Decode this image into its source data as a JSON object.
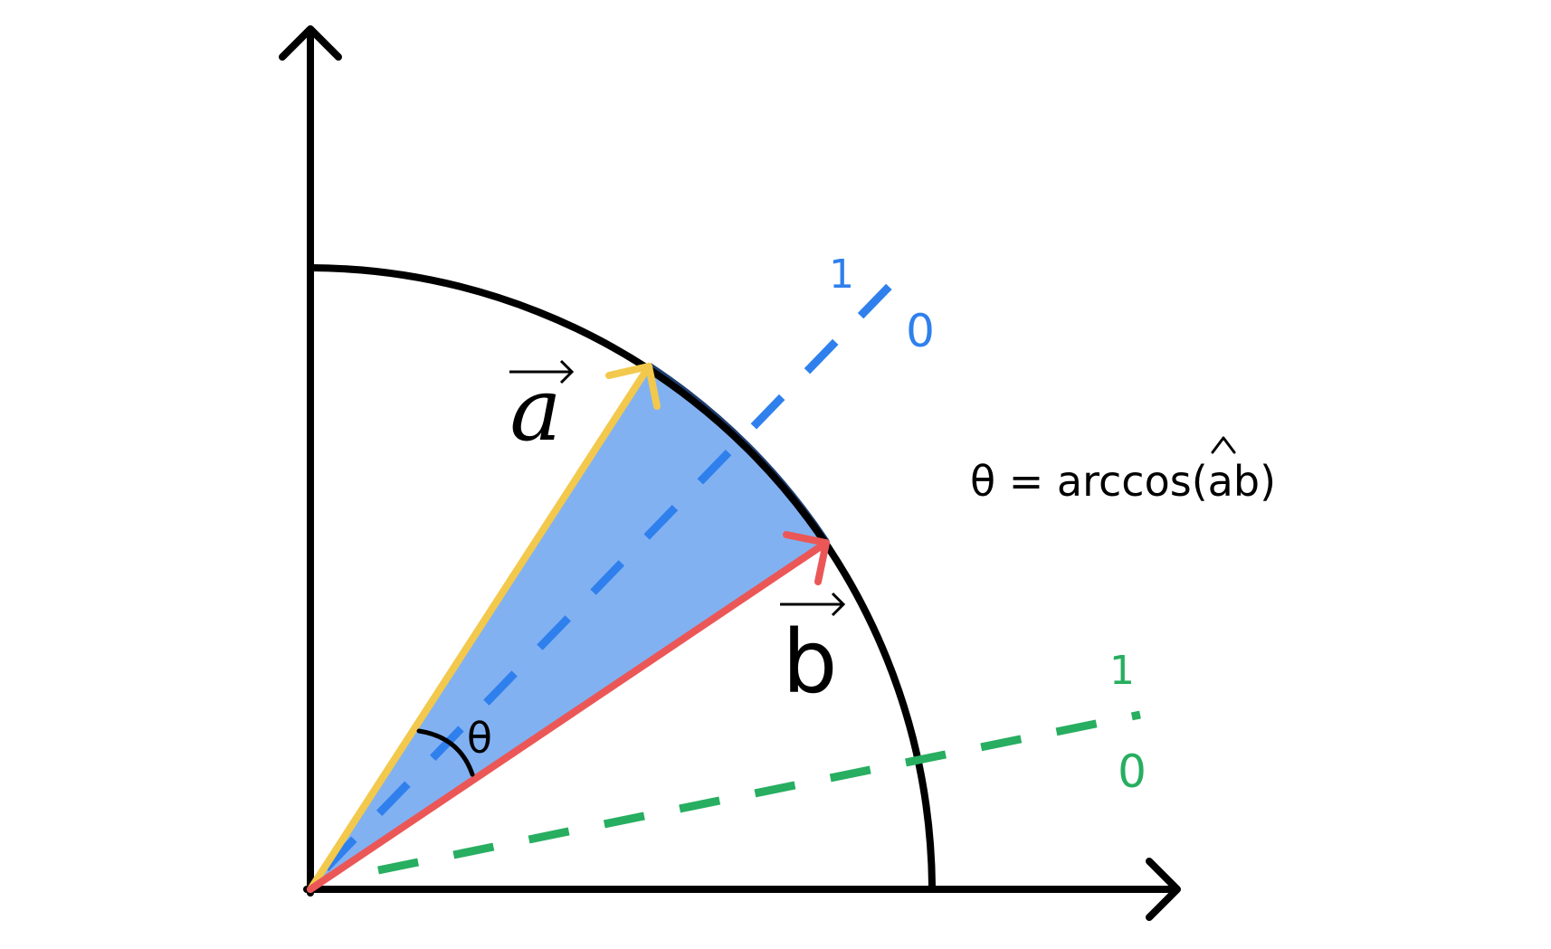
{
  "vector_a": {
    "label": "a",
    "color": "#f2c94c"
  },
  "vector_b": {
    "label": "b",
    "color": "#eb5757"
  },
  "angle_symbol": "θ",
  "formula": "θ = arccos(",
  "formula_hat_args": "ab",
  "formula_close": ")",
  "blue_axis": {
    "label_1": "1",
    "label_0": "0",
    "color": "#2f80ed"
  },
  "green_axis": {
    "label_1": "1",
    "label_0": "0",
    "color": "#27ae60"
  },
  "colors": {
    "sector_fill": "#82b1f2",
    "ink": "#000000",
    "arc_edge": "#1f3f73"
  }
}
